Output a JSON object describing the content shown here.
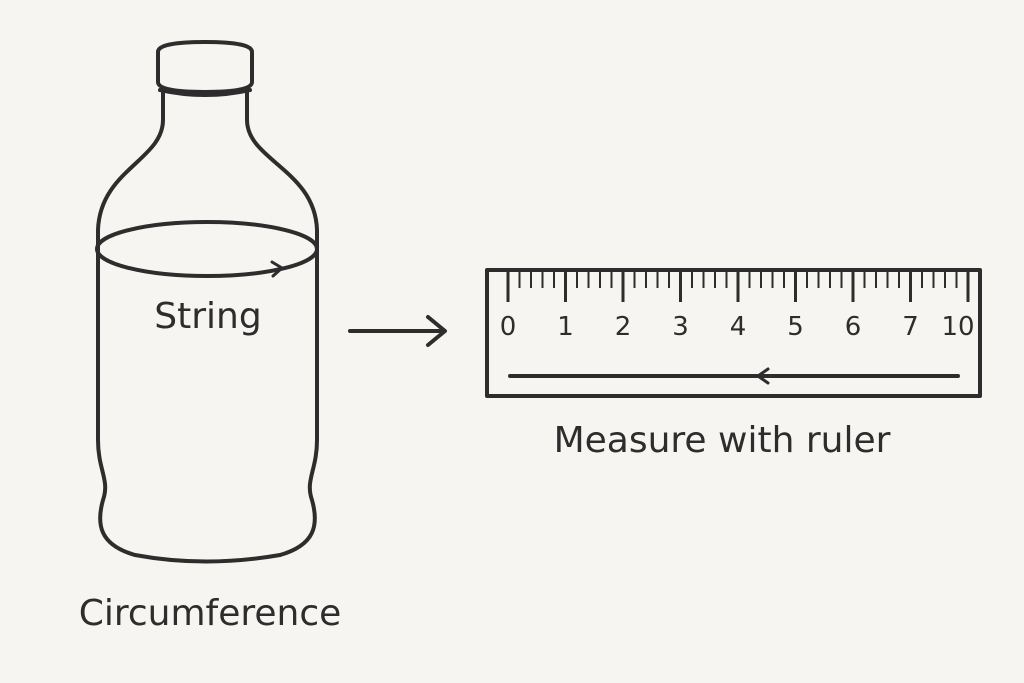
{
  "diagram": {
    "bottle": {
      "string_label": "String",
      "caption": "Circumference"
    },
    "ruler": {
      "tick_labels": [
        "0",
        "1",
        "2",
        "3",
        "4",
        "5",
        "6",
        "7",
        "10"
      ],
      "caption": "Measure with ruler"
    },
    "colors": {
      "background": "#f6f5f1",
      "ink": "#2d2d2d"
    }
  }
}
